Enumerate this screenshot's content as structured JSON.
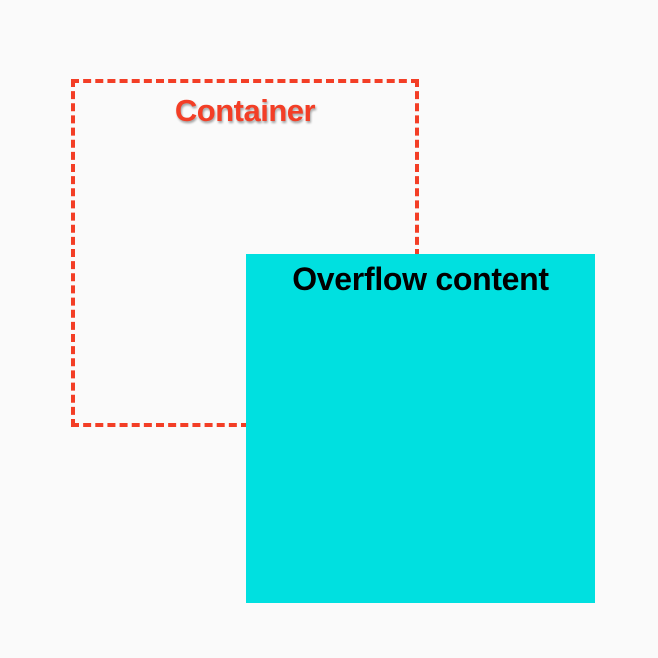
{
  "diagram": {
    "container": {
      "label": "Container",
      "border_color": "#f33e26",
      "border_style": "dashed"
    },
    "overflow": {
      "label": "Overflow content",
      "fill_color": "#00e0e0",
      "text_color": "#000000"
    },
    "background_color": "#fafafa"
  }
}
